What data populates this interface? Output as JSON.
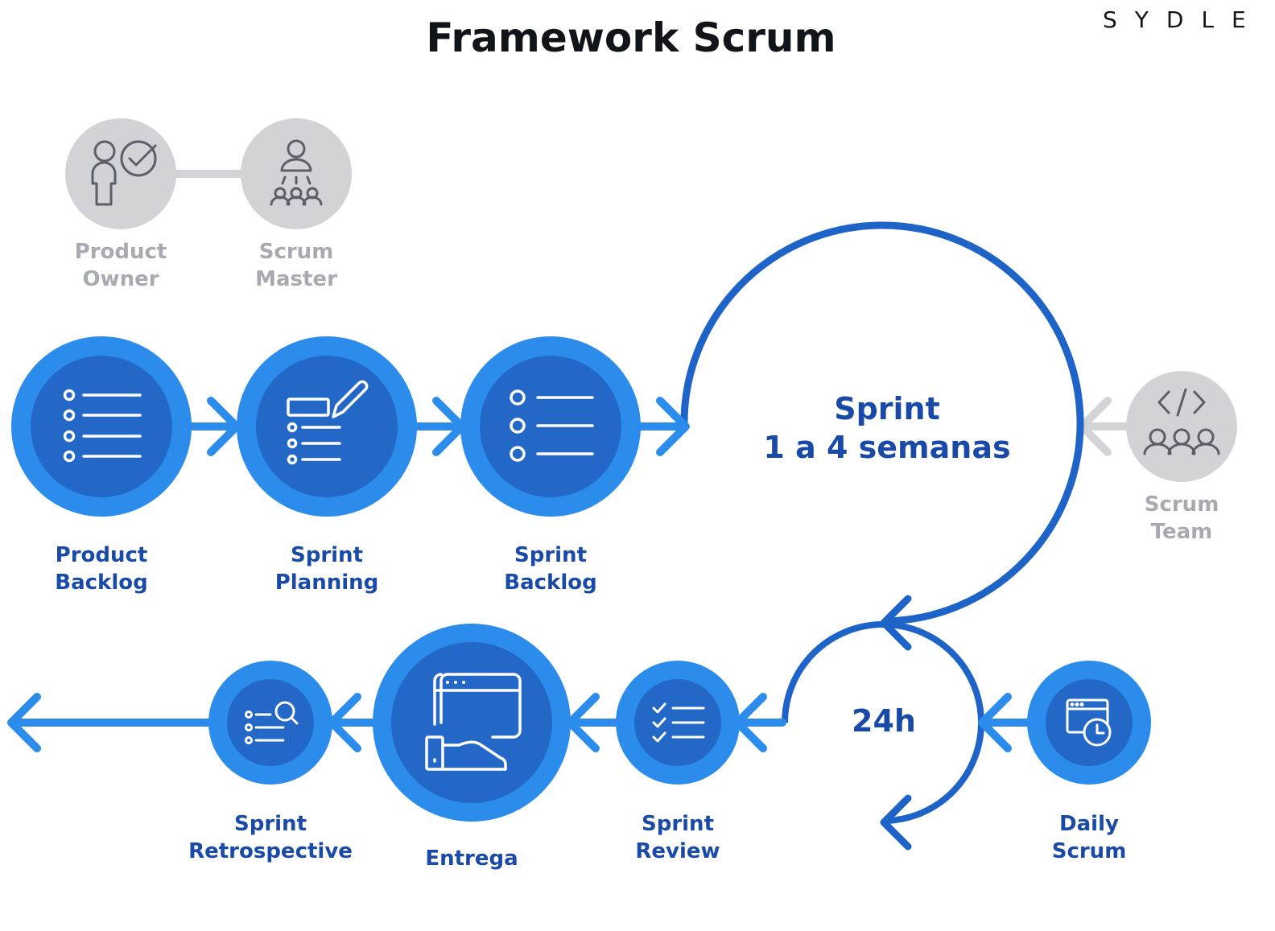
{
  "title": "Framework Scrum",
  "logo": "SYDLE",
  "roles": [
    {
      "icon": "product-owner-icon",
      "line1": "Product",
      "line2": "Owner"
    },
    {
      "icon": "scrum-master-icon",
      "line1": "Scrum",
      "line2": "Master"
    },
    {
      "icon": "scrum-team-icon",
      "line1": "Scrum",
      "line2": "Team"
    }
  ],
  "flow": [
    {
      "icon": "list-icon",
      "line1": "Product",
      "line2": "Backlog"
    },
    {
      "icon": "edit-list-icon",
      "line1": "Sprint",
      "line2": "Planning"
    },
    {
      "icon": "list-icon",
      "line1": "Sprint",
      "line2": "Backlog"
    }
  ],
  "sprint": {
    "line1": "Sprint",
    "line2": "1 a 4 semanas"
  },
  "daily_cycle": {
    "label": "24h"
  },
  "bottom_flow": [
    {
      "icon": "calendar-clock-icon",
      "line1": "Daily",
      "line2": "Scrum"
    },
    {
      "icon": "checklist-icon",
      "line1": "Sprint",
      "line2": "Review"
    },
    {
      "icon": "browser-product-icon",
      "line1": "Entrega"
    },
    {
      "icon": "search-list-icon",
      "line1": "Sprint",
      "line2": "Retrospective"
    }
  ],
  "colors": {
    "primary": "#2b8cec",
    "dark": "#2367c7",
    "sprint_line": "#1e64c8",
    "text_blue": "#1a4aa8",
    "grey": "#d1d3d7",
    "grey_text": "#a7abb1",
    "icon_grey": "#5b6068"
  }
}
